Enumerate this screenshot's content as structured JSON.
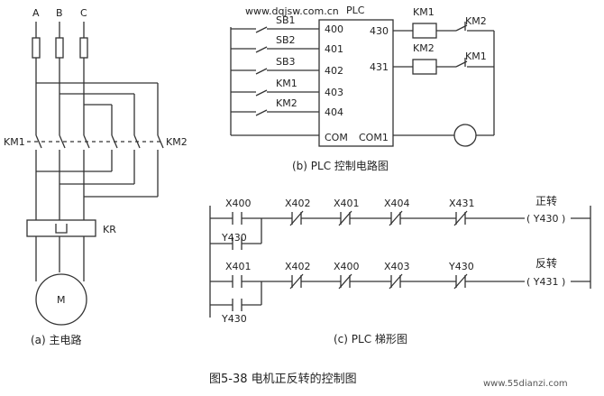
{
  "watermark_top": "www.dqjsw.com.cn",
  "watermark_bottom": "www.55dianzi.com",
  "figure_caption": "图5-38 电机正反转的控制图",
  "main_circuit": {
    "caption": "(a) 主电路",
    "phases": [
      "A",
      "B",
      "C"
    ],
    "contactor_left": "KM1",
    "contactor_right": "KM2",
    "relay": "KR",
    "motor": "M"
  },
  "plc_circuit": {
    "caption": "(b) PLC 控制电路图",
    "plc_label": "PLC",
    "inputs": [
      {
        "device": "SB1",
        "terminal": "400"
      },
      {
        "device": "SB2",
        "terminal": "401"
      },
      {
        "device": "SB3",
        "terminal": "402"
      },
      {
        "device": "KM1",
        "terminal": "403"
      },
      {
        "device": "KM2",
        "terminal": "404"
      }
    ],
    "outputs": [
      {
        "terminal": "430",
        "coil": "KM1",
        "interlock": "KM2"
      },
      {
        "terminal": "431",
        "coil": "KM2",
        "interlock": "KM1"
      }
    ],
    "com_in": "COM",
    "com_out": "COM1"
  },
  "ladder": {
    "caption": "(c) PLC 梯形图",
    "rungs": [
      {
        "start": "X400",
        "holding": "Y430",
        "contacts": [
          "X402",
          "X401",
          "X404",
          "X431"
        ],
        "output_name": "正转",
        "output": "( Y430 )"
      },
      {
        "start": "X401",
        "holding": "Y430",
        "contacts": [
          "X402",
          "X400",
          "X403",
          "Y430"
        ],
        "output_name": "反转",
        "output": "( Y431 )"
      }
    ]
  }
}
